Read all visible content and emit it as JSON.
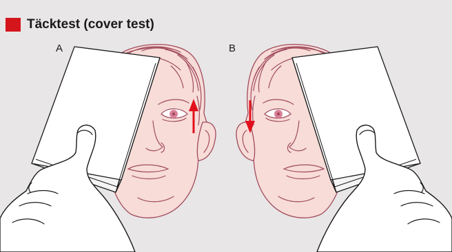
{
  "title": "Täcktest (cover test)",
  "panels": [
    {
      "label": "A",
      "arrow": "up"
    },
    {
      "label": "B",
      "arrow": "down"
    }
  ],
  "colors": {
    "background": "#e8e6e6",
    "title_marker": "#d4151c",
    "skin": "#f7dcd8",
    "outline": "#a04a5c",
    "iris": "#d98098",
    "arrow": "#e2101c",
    "card": "#ffffff"
  }
}
